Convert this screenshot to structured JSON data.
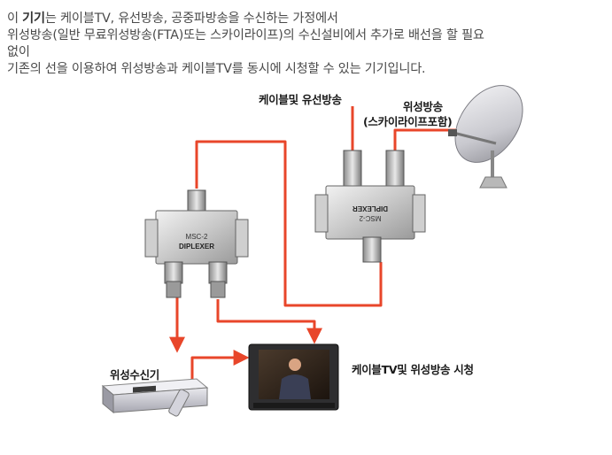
{
  "intro": {
    "line1_a": "이 ",
    "line1_bold": "기기",
    "line1_b": "는 케이블TV, 유선방송, 공중파방송을 수신하는 가정에서",
    "line2": "위성방송(일반 무료위성방송(FTA)또는 스카이라이프)의 수신설비에서 추가로 배선을 할 필요",
    "line3": "없이",
    "line4": "기존의 선을 이용하여 위성방송과 케이블TV를 동시에 시청할 수 있는 기기입니다."
  },
  "labels": {
    "cable": "케이블및 유선방송",
    "satellite": "위성방송",
    "satellite_sub": "(스카이라이프포함)",
    "receiver": "위성수신기",
    "tv_watch": "케이블TV및 위성방송 시청"
  },
  "diplexer": {
    "model": "MSC-2",
    "name": "DIPLEXER"
  },
  "colors": {
    "cable_line": "#e8462a",
    "text": "#4a4a4a"
  }
}
